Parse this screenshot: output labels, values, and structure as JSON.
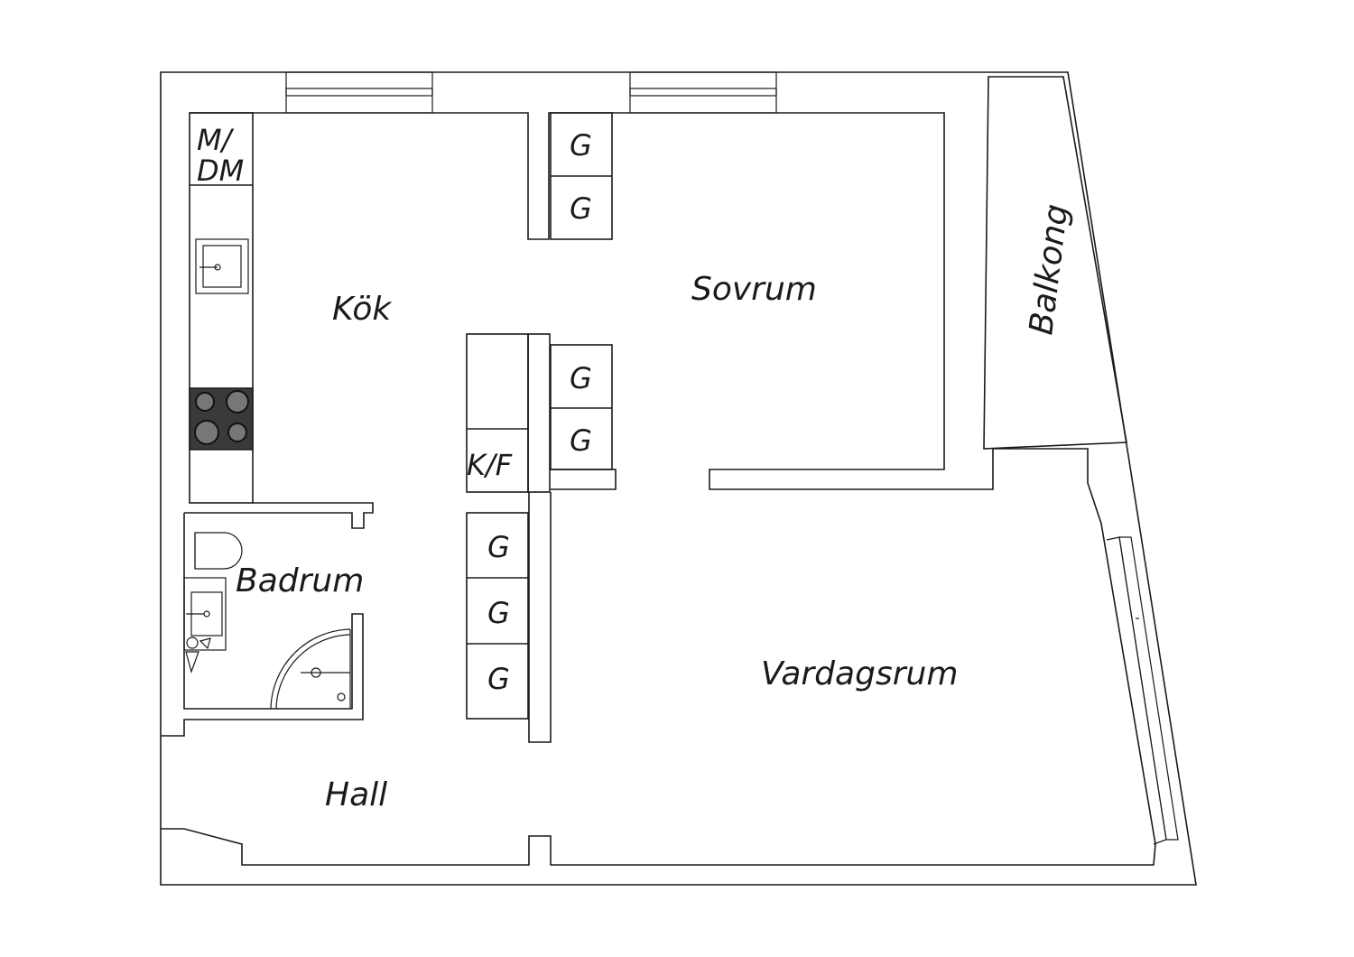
{
  "rooms": {
    "kitchen": "Kök",
    "bedroom": "Sovrum",
    "balcony": "Balkong",
    "bathroom": "Badrum",
    "living": "Vardagsrum",
    "hall": "Hall"
  },
  "fixtures": {
    "wardrobe": "G",
    "dishwasher_line1": "M/",
    "dishwasher_line2": "DM",
    "fridge_freezer": "K/F"
  }
}
